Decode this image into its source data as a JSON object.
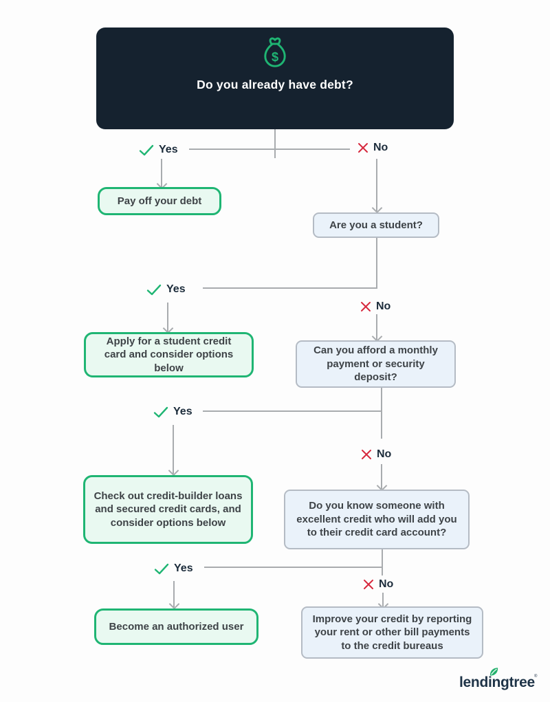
{
  "header": {
    "question": "Do you already have debt?"
  },
  "labels": {
    "yes": "Yes",
    "no": "No"
  },
  "nodes": {
    "pay_off": "Pay off your debt",
    "student_q": "Are you a student?",
    "apply_student": "Apply for a student credit card and consider options below",
    "afford_q": "Can you afford a monthly payment or security deposit?",
    "credit_builder": "Check out credit-builder loans and secured credit cards, and consider options below",
    "know_someone_q": "Do you know someone with excellent credit who will add you to their credit card account?",
    "authorized_user": "Become an authorized user",
    "improve_credit": "Improve your credit by reporting your rent or other bill payments to the credit bureaus"
  },
  "branding": {
    "logo_text": "lendingtree",
    "registered": "®"
  },
  "icons": {
    "header": "money-bag-icon",
    "yes": "checkmark-icon",
    "no": "x-icon",
    "logo": "leaf-icon"
  },
  "colors": {
    "header_bg": "#15222F",
    "brand_green": "#1FB573",
    "green_box_bg": "#E9F9F1",
    "blue_box_bg": "#EAF2FA",
    "blue_box_border": "#B4BBC4",
    "connector_gray": "#A8ABAE",
    "no_red": "#D6293E",
    "label_navy": "#1C2C3B",
    "box_text": "#3E4347",
    "logo_navy": "#1E3347"
  }
}
